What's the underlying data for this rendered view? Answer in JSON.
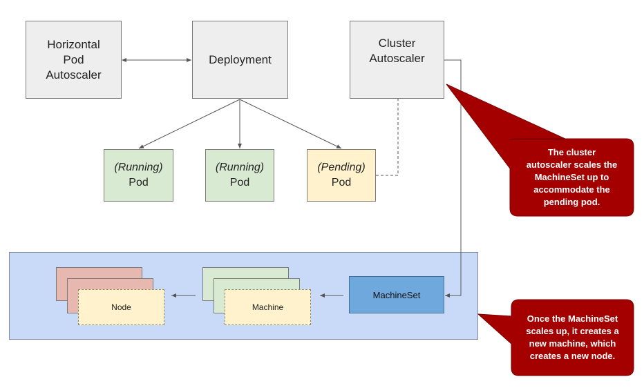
{
  "nodes": {
    "hpa": {
      "line1": "Horizontal",
      "line2": "Pod",
      "line3": "Autoscaler"
    },
    "deployment": {
      "label": "Deployment"
    },
    "cluster_autoscaler": {
      "line1": "Cluster",
      "line2": "Autoscaler"
    },
    "pods": [
      {
        "state": "(Running)",
        "label": "Pod"
      },
      {
        "state": "(Running)",
        "label": "Pod"
      },
      {
        "state": "(Pending)",
        "label": "Pod"
      }
    ],
    "node": {
      "label": "Node"
    },
    "machine": {
      "label": "Machine"
    },
    "machineset": {
      "label": "MachineSet"
    }
  },
  "callouts": {
    "top": {
      "line1": "The cluster",
      "line2": "autoscaler scales the",
      "line3": "MachineSet up to",
      "line4": "accommodate the",
      "line5": "pending pod."
    },
    "bottom": {
      "line1": "Once the MachineSet",
      "line2": "scales up, it creates a",
      "line3": "new machine, which",
      "line4": "creates a new node."
    }
  },
  "colors": {
    "grey_box": "#eeeeee",
    "running_pod": "#d9ead3",
    "pending_pod": "#fff2cc",
    "node_stack": "#e6b8af",
    "machineset": "#6fa8dc",
    "band": "#c9daf8",
    "callout": "#a50000"
  }
}
